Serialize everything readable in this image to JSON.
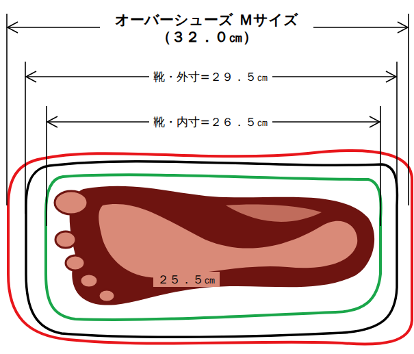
{
  "diagram": {
    "labels": [
      "オーバーシューズ Ｍサイズ（３２．０㎝）",
      "靴・外寸=２９．５㎝",
      "靴・内寸=２６．５㎝",
      "２５．５㎝"
    ]
  }
}
